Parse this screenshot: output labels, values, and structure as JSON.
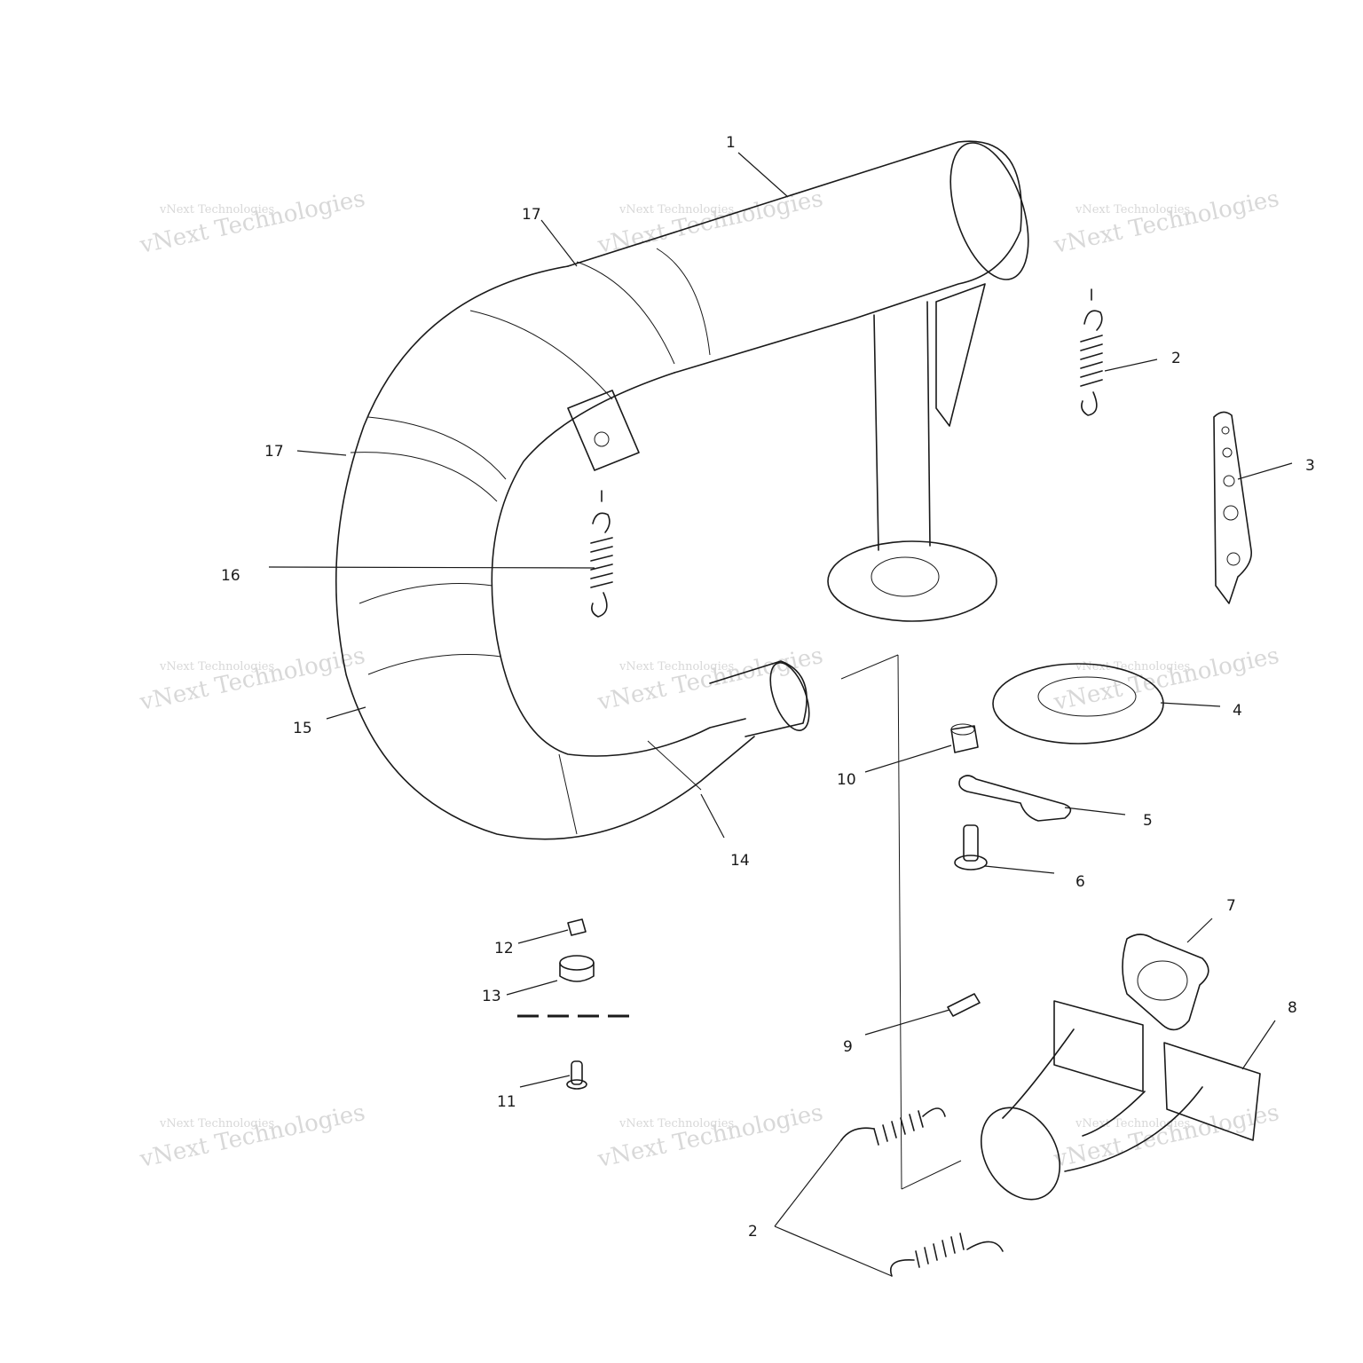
{
  "watermark": {
    "line1": "vNext Technologies",
    "big": "vNext Technologies"
  },
  "callouts": {
    "c1": "1",
    "c2a": "2",
    "c2b": "2",
    "c3": "3",
    "c4": "4",
    "c5": "5",
    "c6": "6",
    "c7": "7",
    "c8": "8",
    "c9": "9",
    "c10": "10",
    "c11": "11",
    "c12": "12",
    "c13": "13",
    "c14": "14",
    "c15": "15",
    "c16": "16",
    "c17a": "17",
    "c17b": "17"
  }
}
